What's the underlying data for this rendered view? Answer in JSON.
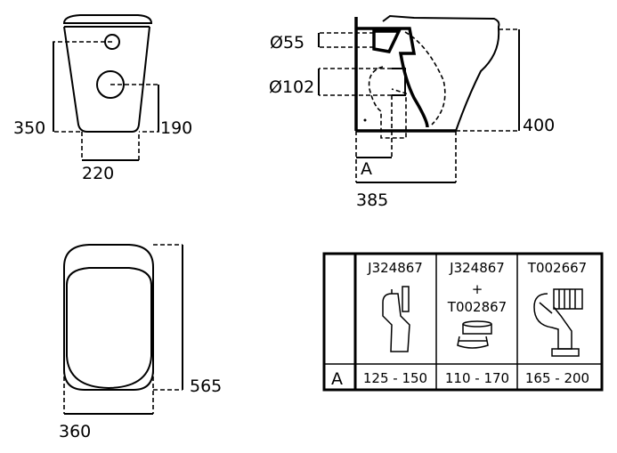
{
  "front_view": {
    "height_label": "350",
    "outlet_height_label": "190",
    "width_label": "220"
  },
  "side_view": {
    "inlet_diameter_label": "Ø55",
    "outlet_diameter_label": "Ø102",
    "height_label": "400",
    "offset_label": "A",
    "depth_label": "385"
  },
  "top_view": {
    "length_label": "565",
    "width_label": "360"
  },
  "connector_table": {
    "row_header": "A",
    "columns": [
      {
        "code": "J324867",
        "range": "125 - 150"
      },
      {
        "code": "J324867",
        "plus": "+",
        "code2": "T002867",
        "range": "110 - 170"
      },
      {
        "code": "T002667",
        "range": "165 - 200"
      }
    ]
  }
}
